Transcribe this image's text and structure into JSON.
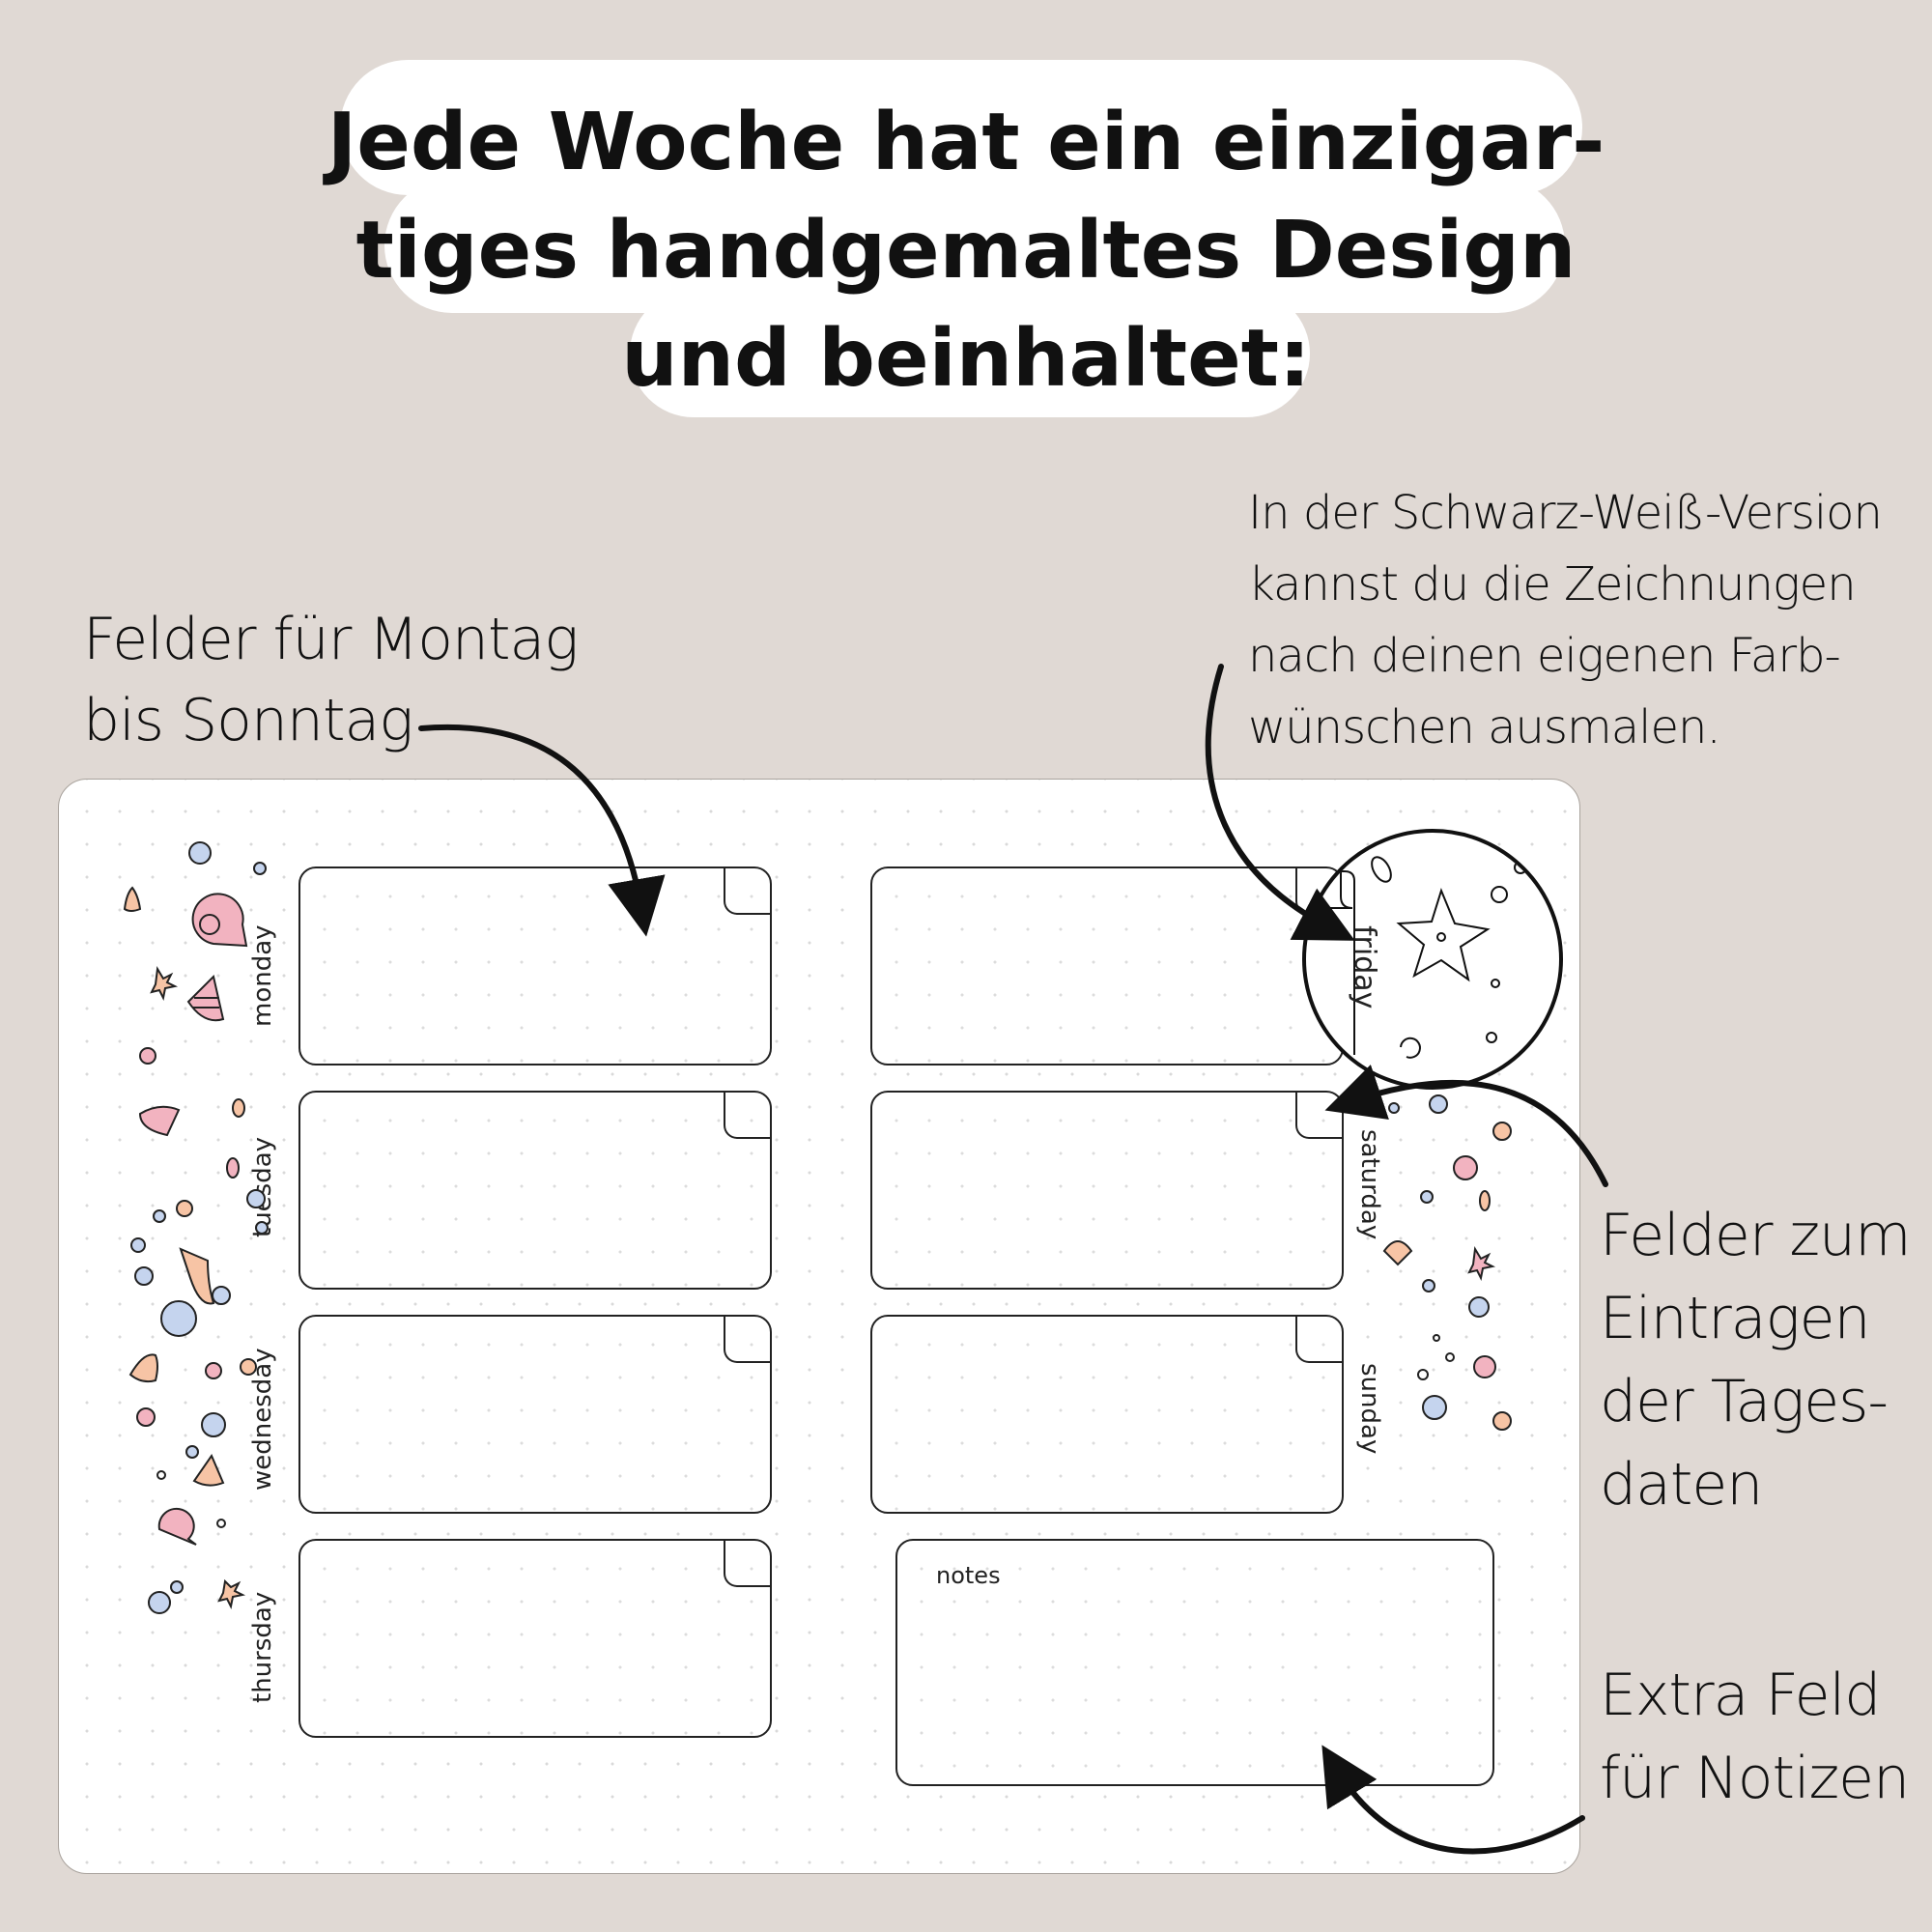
{
  "title": {
    "lines": [
      "Jede Woche hat ein einzigar-",
      "tiges handgemaltes Design",
      "und beinhaltet:"
    ]
  },
  "callouts": {
    "top_left": {
      "lines": [
        "Felder für Montag",
        "bis Sonntag"
      ]
    },
    "top_right": {
      "lines": [
        "In der Schwarz-Weiß-Version",
        "kannst du die Zeichnungen",
        "nach deinen eigenen Farb-",
        "wünschen ausmalen."
      ]
    },
    "right": {
      "lines": [
        "Felder zum",
        "Eintragen",
        "der Tages-",
        "daten"
      ]
    },
    "bottom_right": {
      "lines": [
        "Extra Feld",
        "für Notizen"
      ]
    }
  },
  "planner": {
    "days_left": [
      {
        "label": "monday"
      },
      {
        "label": "tuesday"
      },
      {
        "label": "wednesday"
      },
      {
        "label": "thursday"
      }
    ],
    "days_right": [
      {
        "label": "friday"
      },
      {
        "label": "saturday"
      },
      {
        "label": "sunday"
      }
    ],
    "notes_label": "notes",
    "zoom_label": "friday"
  },
  "colors": {
    "background": "#e0d9d4",
    "page": "#ffffff",
    "ink": "#111111",
    "shell_pink": "#f2b3c0",
    "shell_peach": "#f7c4a5",
    "bubble_blue": "#c5d4ee"
  }
}
